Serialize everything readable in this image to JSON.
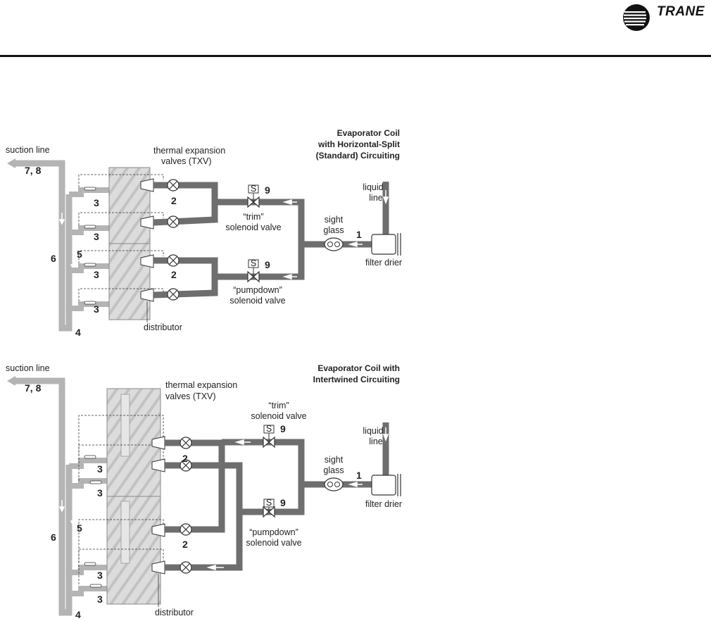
{
  "brand": {
    "name": "TRANE"
  },
  "diagram_top": {
    "title_line1": "Evaporator Coil",
    "title_line2": "with Horizontal-Split",
    "title_line3": "(Standard) Circuiting",
    "suction_line": "suction line",
    "txv_line1": "thermal expansion",
    "txv_line2": "valves (TXV)",
    "trim_valve_line1": "“trim”",
    "trim_valve_line2": "solenoid valve",
    "pumpdown_valve_line1": "“pumpdown”",
    "pumpdown_valve_line2": "solenoid valve",
    "sight_glass_line1": "sight",
    "sight_glass_line2": "glass",
    "liquid_line_line1": "liquid",
    "liquid_line_line2": "line",
    "filter_drier": "filter drier",
    "distributor": "distributor",
    "solenoid_symbol": "S",
    "callouts": {
      "n1": "1",
      "n2": "2",
      "n3": "3",
      "n4": "4",
      "n5": "5",
      "n6": "6",
      "n78": "7, 8",
      "n9": "9"
    }
  },
  "diagram_bottom": {
    "title_line1": "Evaporator Coil with",
    "title_line2": "Intertwined Circuiting",
    "suction_line": "suction line",
    "txv_line1": "thermal expansion",
    "txv_line2": "valves (TXV)",
    "trim_valve_line1": "“trim”",
    "trim_valve_line2": "solenoid valve",
    "pumpdown_valve_line1": "“pumpdown”",
    "pumpdown_valve_line2": "solenoid valve",
    "sight_glass_line1": "sight",
    "sight_glass_line2": "glass",
    "liquid_line_line1": "liquid",
    "liquid_line_line2": "line",
    "filter_drier": "filter drier",
    "distributor": "distributor",
    "solenoid_symbol": "S",
    "callouts": {
      "n1": "1",
      "n2": "2",
      "n3": "3",
      "n4": "4",
      "n5": "5",
      "n6": "6",
      "n78": "7, 8",
      "n9": "9"
    }
  },
  "colors": {
    "pipe_dark": "#6e6e6e",
    "pipe_light": "#b4b4b4",
    "coil_fill": "#dcdcdc",
    "rule": "#111111"
  }
}
